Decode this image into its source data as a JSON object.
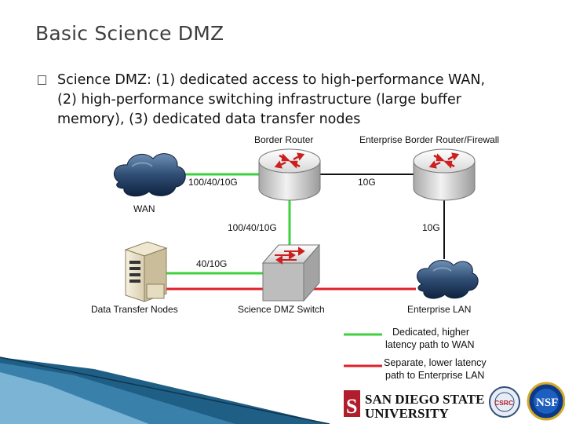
{
  "slide": {
    "title": "Basic Science DMZ",
    "bullet_lines": [
      "Science DMZ: (1) dedicated access to high-performance WAN,",
      "(2) high-performance switching infrastructure (large buffer",
      "memory), (3) dedicated data transfer nodes"
    ]
  },
  "diagram": {
    "labels": {
      "border_router": "Border Router",
      "enterprise_router": "Enterprise Border Router/Firewall",
      "wan": "WAN",
      "dtn": "Data Transfer Nodes",
      "switch": "Science DMZ Switch",
      "enterprise_lan": "Enterprise LAN"
    },
    "links": {
      "wan_border": "100/40/10G",
      "border_enterprise": "10G",
      "border_switch": "100/40/10G",
      "enterprise_lan": "10G",
      "dtn_switch": "40/10G"
    },
    "legend": {
      "green_line1": "Dedicated, higher",
      "green_line2": "latency path to WAN",
      "red_line1": "Separate, lower latency",
      "red_line2": "path to Enterprise LAN"
    },
    "colors": {
      "green_path": "#3ed13e",
      "red_path": "#e0202a",
      "black_link": "#111111",
      "sdsu_red": "#b01e2d"
    }
  },
  "logos": {
    "sdsu_line1": "SAN DIEGO STATE",
    "sdsu_line2": "UNIVERSITY",
    "csrc": "CSRC",
    "nsf": "NSF"
  }
}
